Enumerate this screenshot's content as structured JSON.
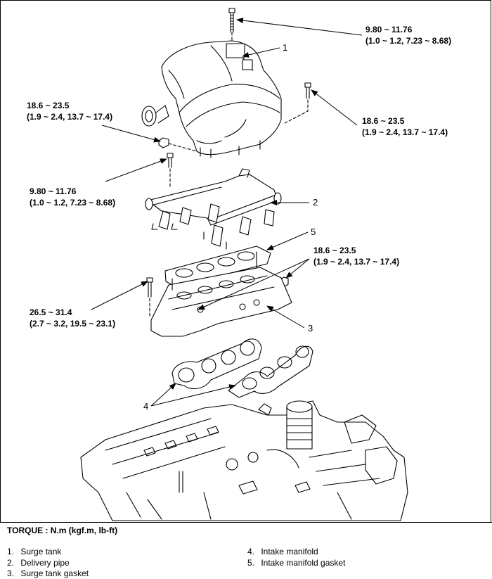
{
  "torques": {
    "t1": {
      "value": "9.80 ~ 11.76",
      "detail": "(1.0 ~ 1.2, 7.23 ~ 8.68)"
    },
    "t2": {
      "value": "18.6 ~ 23.5",
      "detail": "(1.9 ~ 2.4, 13.7 ~ 17.4)"
    },
    "t3": {
      "value": "18.6 ~ 23.5",
      "detail": "(1.9 ~ 2.4, 13.7 ~ 17.4)"
    },
    "t4": {
      "value": "9.80 ~ 11.76",
      "detail": "(1.0 ~ 1.2, 7.23 ~ 8.68)"
    },
    "t5": {
      "value": "18.6 ~ 23.5",
      "detail": "(1.9 ~ 2.4, 13.7 ~ 17.4)"
    },
    "t6": {
      "value": "26.5 ~ 31.4",
      "detail": "(2.7 ~ 3.2, 19.5 ~ 23.1)"
    }
  },
  "callouts": {
    "c1": "1",
    "c2": "2",
    "c3": "3",
    "c4": "4",
    "c5": "5"
  },
  "torque_heading": "TORQUE : N.m (kgf.m, lb-ft)",
  "legend": [
    {
      "num": "1.",
      "label": "Surge tank"
    },
    {
      "num": "2.",
      "label": "Delivery pipe"
    },
    {
      "num": "3.",
      "label": "Surge tank gasket"
    },
    {
      "num": "4.",
      "label": "Intake manifold"
    },
    {
      "num": "5.",
      "label": "Intake manifold gasket"
    }
  ]
}
